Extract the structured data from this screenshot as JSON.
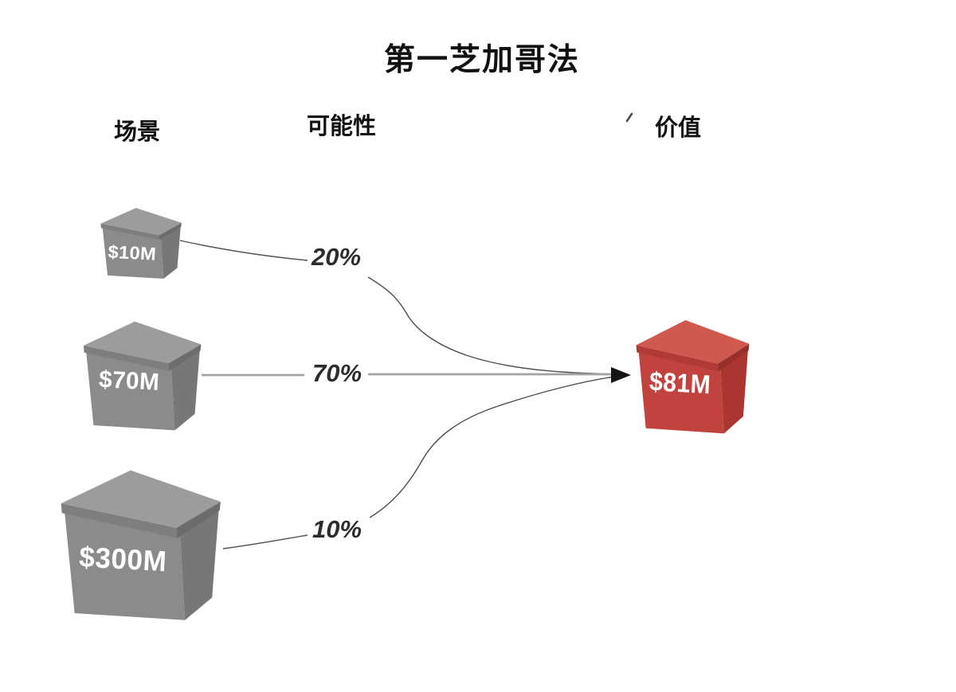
{
  "title": "第一芝加哥法",
  "columns": [
    {
      "id": "scenario",
      "label": "场景"
    },
    {
      "id": "probability",
      "label": "可能性"
    },
    {
      "id": "value",
      "label": "价值"
    }
  ],
  "scenarios": [
    {
      "value": "$10M",
      "probability": "20%"
    },
    {
      "value": "$70M",
      "probability": "70%"
    },
    {
      "value": "$300M",
      "probability": "10%"
    }
  ],
  "result": {
    "value": "$81M"
  },
  "colors": {
    "title_text": "#111111",
    "header_text": "#111111",
    "percent_text": "#2d2d2d",
    "box_label_text": "#ffffff",
    "thin_line": "#4f4f4f",
    "gray_line": "#a3a3a3",
    "arrow": "#141414",
    "tick_mark": "#4a4a4a",
    "gray_box": {
      "top": "#9c9c9c",
      "lip_front": "#7e7e7e",
      "lip_side": "#6c6c6c",
      "front": "#8b8b8b",
      "side": "#777777"
    },
    "red_box": {
      "top": "#cf584f",
      "lip_front": "#b23a35",
      "lip_side": "#97302b",
      "front": "#c2423d",
      "side": "#ab3631"
    }
  }
}
